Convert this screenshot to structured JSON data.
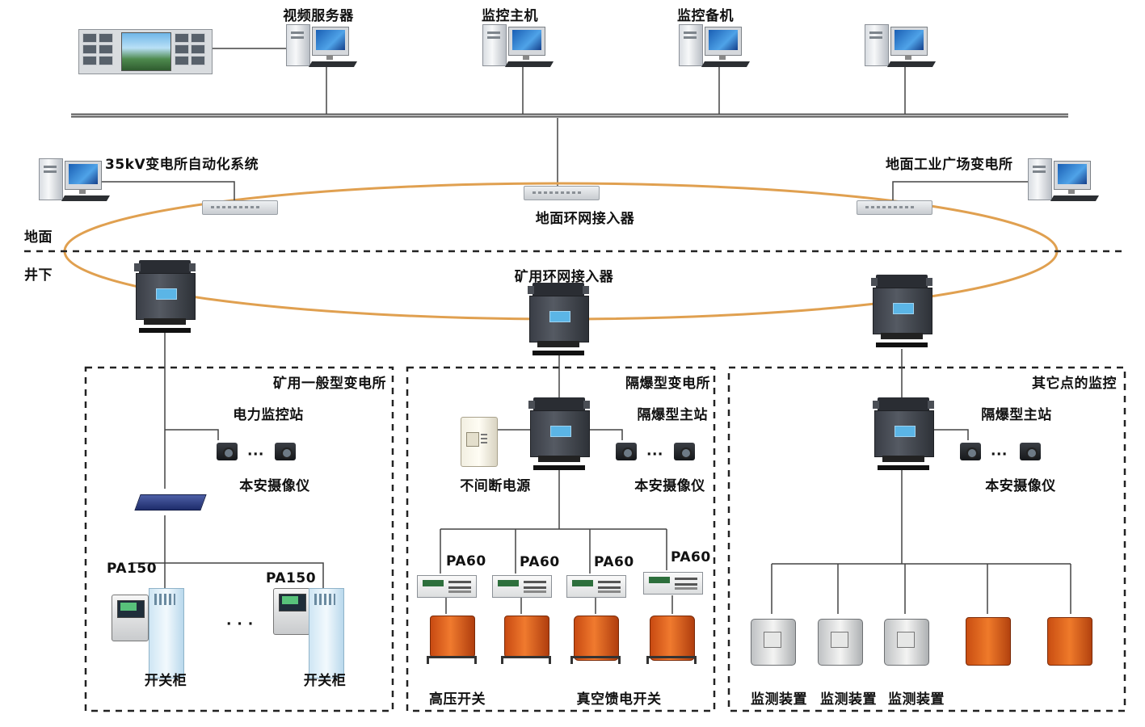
{
  "labels": {
    "video_server": "视频服务器",
    "monitor_host": "监控主机",
    "monitor_backup": "监控备机",
    "substation_automation": "35kV变电所自动化系统",
    "surface_plaza_substation": "地面工业广场变电所",
    "surface_ring_access": "地面环网接入器",
    "surface": "地面",
    "underground": "井下",
    "mine_ring_access": "矿用环网接入器",
    "zone_general_substation": "矿用一般型变电所",
    "zone_flameproof_substation": "隔爆型变电所",
    "zone_other_monitoring": "其它点的监控",
    "power_monitoring_station": "电力监控站",
    "flameproof_master_1": "隔爆型主站",
    "flameproof_master_2": "隔爆型主站",
    "camera_1": "本安摄像仪",
    "camera_2": "本安摄像仪",
    "camera_3": "本安摄像仪",
    "ups": "不间断电源",
    "pa150_a": "PA150",
    "pa150_b": "PA150",
    "pa60_1": "PA60",
    "pa60_2": "PA60",
    "pa60_3": "PA60",
    "pa60_4": "PA60",
    "switchgear_1": "开关柜",
    "switchgear_2": "开关柜",
    "high_voltage_switch": "高压开关",
    "vacuum_feeder_switch": "真空馈电开关",
    "monitor_device_1": "监测装置",
    "monitor_device_2": "监测装置",
    "monitor_device_3": "监测装置",
    "ellipsis_1": "···",
    "ellipsis_2": "···",
    "ellipsis_3": "···",
    "ellipsis_4": "· · ·"
  },
  "colors": {
    "ring": "#e0a050",
    "line": "#444444",
    "dash": "#222222"
  }
}
